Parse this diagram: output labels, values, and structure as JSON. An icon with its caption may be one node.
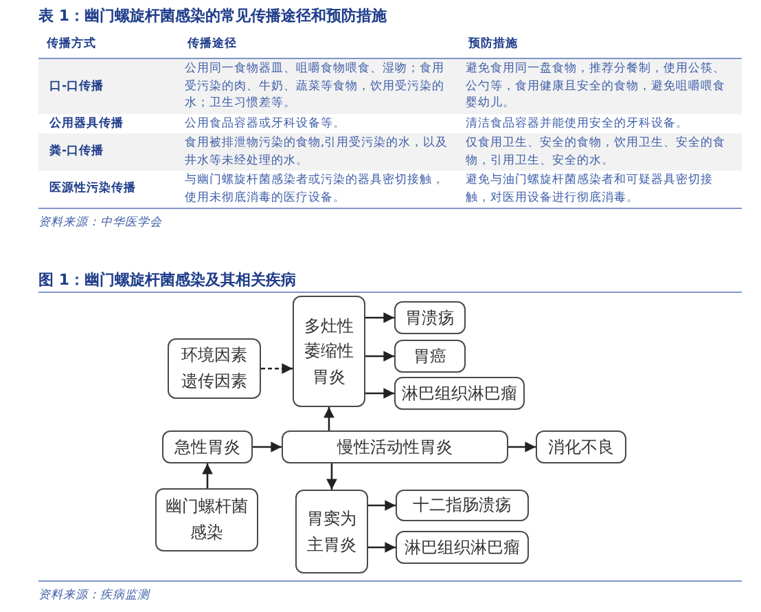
{
  "diagram": {
    "title": "表 1：幽门螺旋杆菌感染的常见传播途径和预防措施",
    "nodes": [
      {
        "text": [
          "多灶性萎缩性胃炎"
        ]
      },
      {
        "text": [
          "胃溃疡"
        ]
      },
      {
        "text": [
          "环境因素遗传因素"
        ]
      },
      {
        "text": [
          "胃癌"
        ]
      },
      {
        "text": [
          "淋巴组织淋巴瘤"
        ]
      },
      {
        "text": [
          "急性胃炎"
        ]
      },
      {
        "text": [
          "慢性活动性胃炎"
        ]
      },
      {
        "text": [
          "消化不良"
        ]
      },
      {
        "text": [
          "幽门螺杆菌感染"
        ]
      },
      {
        "text": [
          "胃窦为主胃炎"
        ]
      },
      {
        "text": [
          "十二指肠溃疡"
        ]
      },
      {
        "text": [
          "淋巴组织淋巴瘤"
        ]
      }
    ],
    "edges": [
      {
        "from": 0,
        "to": 1,
        "arrow": "to"
      },
      {
        "from": 0,
        "to": 3,
        "arrow": "to"
      },
      {
        "from": 0,
        "to": 4,
        "arrow": "to"
      },
      {
        "from": 2,
        "to": 0,
        "arrow": "to",
        "style": "dashed"
      },
      {
        "from": 6,
        "to": 0,
        "arrow": "to"
      },
      {
        "from": 5,
        "to": 6,
        "arrow": "to"
      },
      {
        "from": 6,
        "to": 7,
        "arrow": "to"
      },
      {
        "from": 8,
        "to": 5,
        "arrow": "to"
      },
      {
        "from": 6,
        "to": 9,
        "arrow": "to"
      },
      {
        "from": 9,
        "to": 10,
        "arrow": "to"
      },
      {
        "from": 9,
        "to": 11,
        "arrow": "to"
      }
    ],
    "labels": [
      "传播方式",
      "传播途径",
      "预防措施",
      "口-口传播",
      "公用同一食物器皿、咀嚼食物喂食、湿吻；食用受污染的肉、牛奶、蔬菜等食物，饮用受污染的水；卫生习惯差等。",
      "避免食用同一盘食物，推荐分餐制，使用公筷、公勺等，食用健康且安全的食物，避免咀嚼喂食婴幼儿。",
      "公用器具传播",
      "公用食品容器或牙科设备等。",
      "清洁食品容器并能使用安全的牙科设备。",
      "粪-口传播",
      "食用被排泄物污染的食物,引用受污染的水，以及井水等未经处理的水。",
      "仅食用卫生、安全的食物，饮用卫生、安全的食物，引用卫生、安全的水。",
      "医源性污染传播",
      "与幽门螺旋杆菌感染者或污染的器具密切接触，使用未彻底消毒的医疗设备。",
      "避免与油门螺旋杆菌感染者和可疑器具密切接触，对医用设备进行彻底消毒。",
      "资料来源：中华医学会",
      "图 1：幽门螺旋杆菌感染及其相关疾病",
      "资料来源：疾病监测"
    ]
  }
}
